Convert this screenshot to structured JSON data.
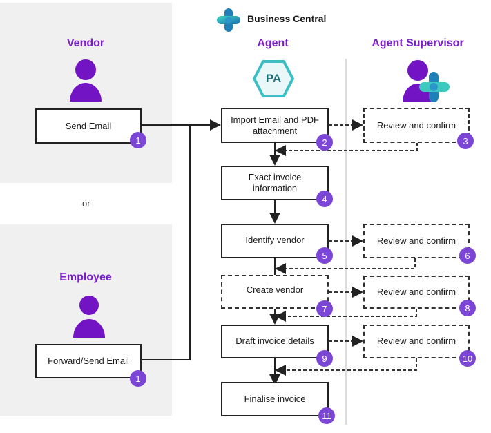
{
  "header": {
    "brand": "Business Central",
    "brand_icon": "business-central-logo"
  },
  "lanes": {
    "vendor": {
      "title": "Vendor",
      "icon": "person-icon"
    },
    "employee": {
      "title": "Employee",
      "icon": "person-icon"
    },
    "agent": {
      "title": "Agent",
      "icon": "payables-agent-hexagon",
      "icon_text": "PA"
    },
    "supervisor": {
      "title": "Agent Supervisor",
      "icon": "person-with-bc-logo"
    }
  },
  "separator": "or",
  "steps": {
    "vendor_send": {
      "label": "Send Email",
      "num": "1"
    },
    "employee_forward": {
      "label": "Forward/Send Email",
      "num": "1"
    },
    "import": {
      "label": "Import Email and PDF attachment",
      "num": "2"
    },
    "review1": {
      "label": "Review and confirm",
      "num": "3"
    },
    "extract": {
      "label": "Exact invoice information",
      "num": "4"
    },
    "identify": {
      "label": "Identify vendor",
      "num": "5"
    },
    "review2": {
      "label": "Review and confirm",
      "num": "6"
    },
    "create": {
      "label": "Create vendor",
      "num": "7"
    },
    "review3": {
      "label": "Review and confirm",
      "num": "8"
    },
    "draft": {
      "label": "Draft invoice details",
      "num": "9"
    },
    "review4": {
      "label": "Review and confirm",
      "num": "10"
    },
    "finalise": {
      "label": "Finalise invoice",
      "num": "11"
    }
  },
  "colors": {
    "accent": "#7a1fc9",
    "badge": "#7b45d6",
    "panel": "#f0f0f0",
    "hex": "#3bbfc4"
  }
}
